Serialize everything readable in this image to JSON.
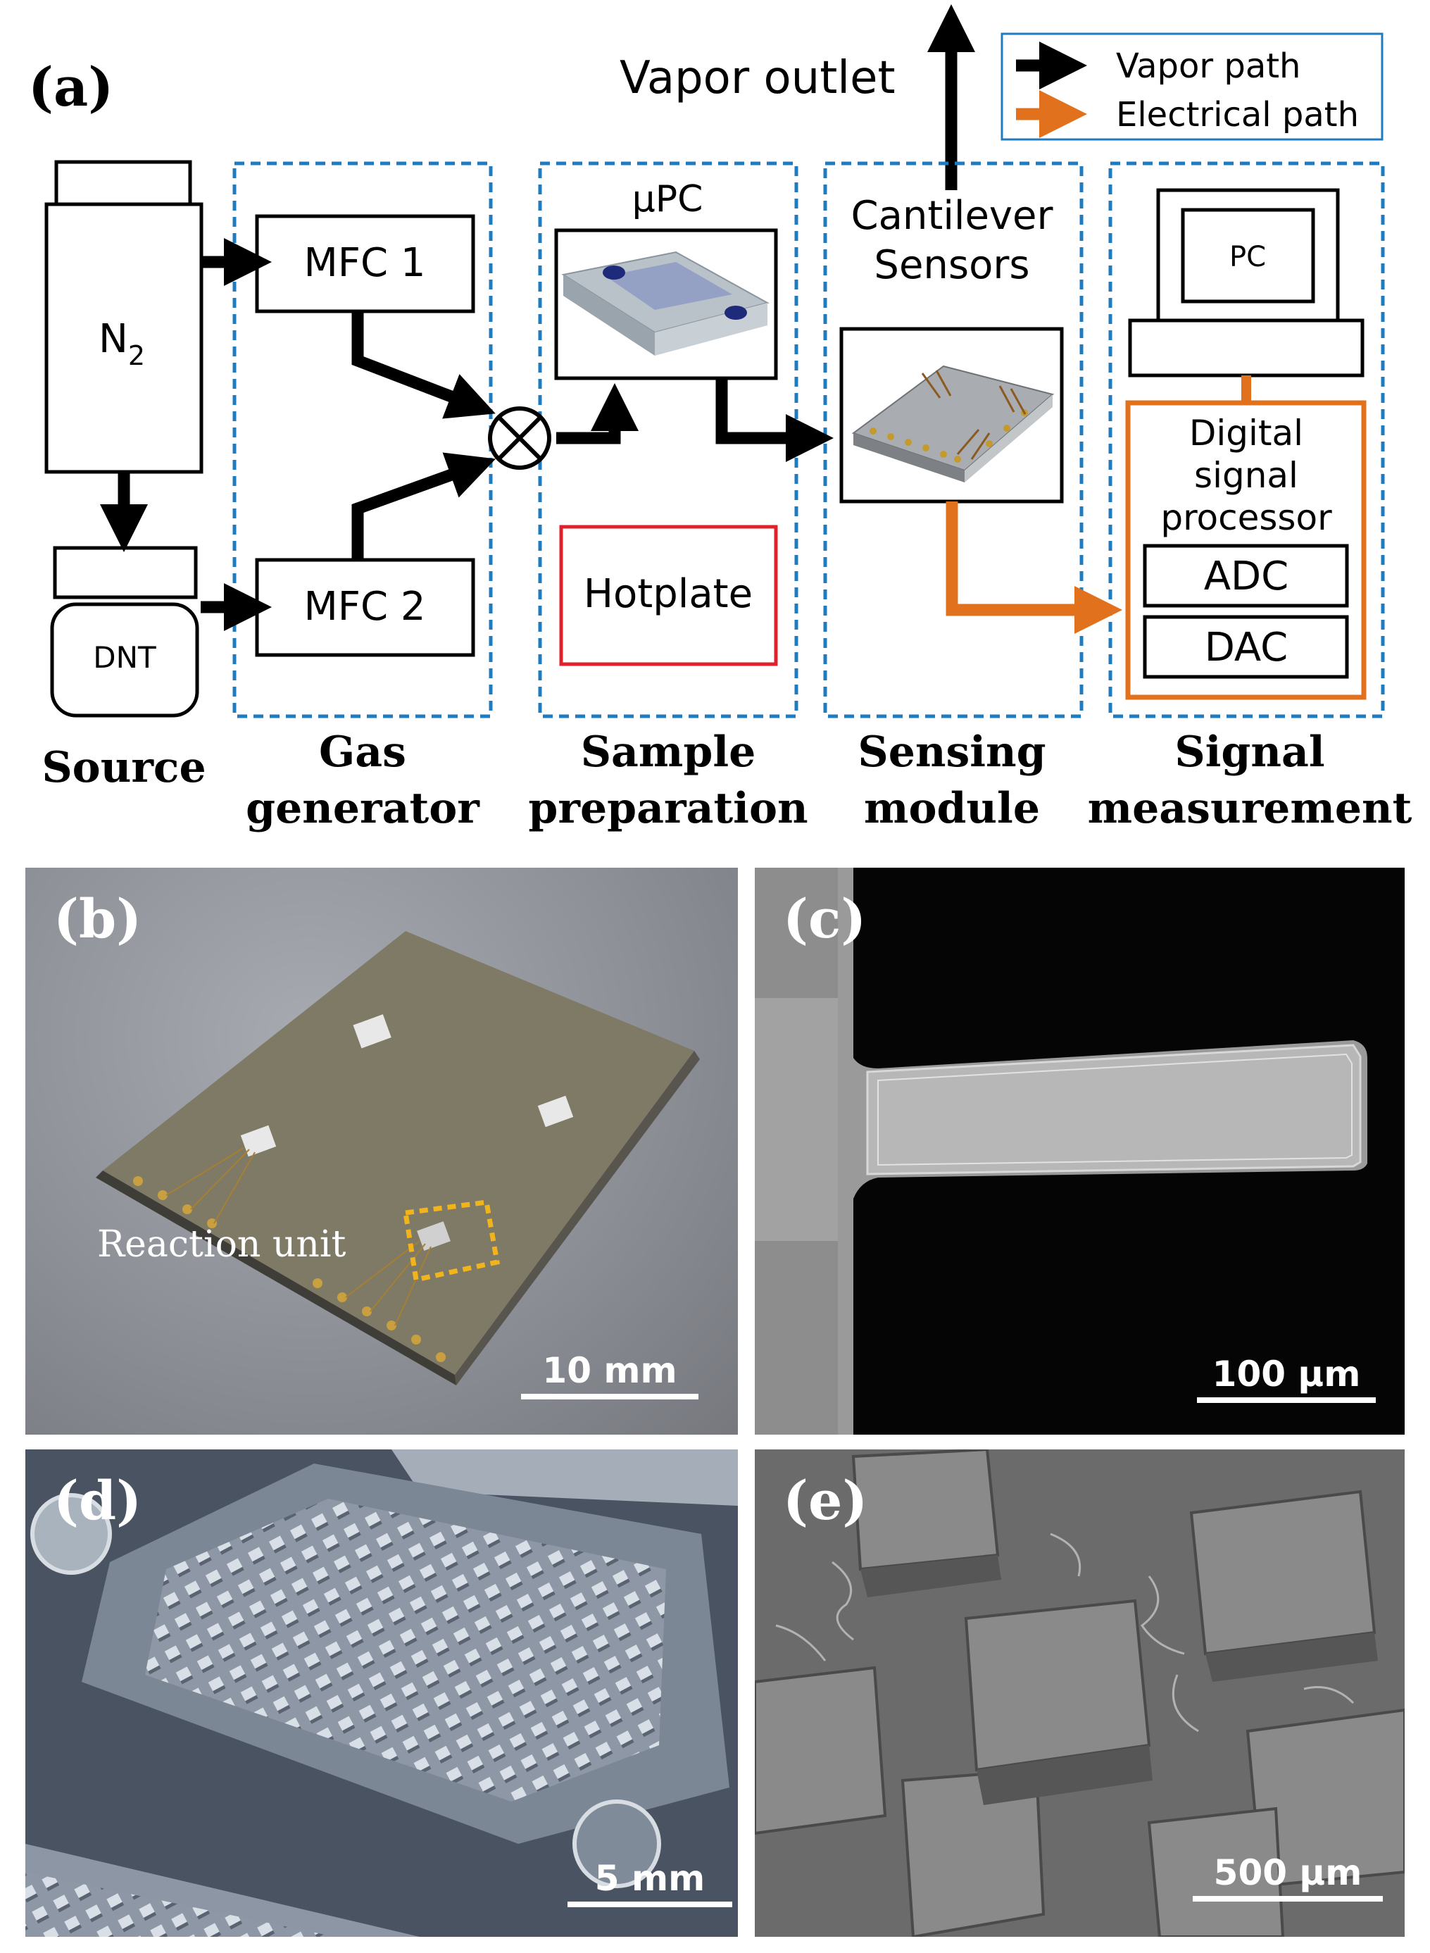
{
  "panel_a": {
    "label": "(a)",
    "vapor_outlet": "Vapor outlet",
    "legend": {
      "vapor": "Vapor path",
      "electrical": "Electrical path"
    },
    "n2_main": "N",
    "n2_sub": "2",
    "dnt": "DNT",
    "mfc1": "MFC 1",
    "mfc2": "MFC 2",
    "upc": "µPC",
    "hotplate": "Hotplate",
    "cantilever_line1": "Cantilever",
    "cantilever_line2": "Sensors",
    "pc": "PC",
    "dsp_line1": "Digital",
    "dsp_line2": "signal",
    "dsp_line3": "processor",
    "adc": "ADC",
    "dac": "DAC",
    "stage_source": "Source",
    "stage_gas_line1": "Gas",
    "stage_gas_line2": "generator",
    "stage_sample_line1": "Sample",
    "stage_sample_line2": "preparation",
    "stage_sensing_line1": "Sensing",
    "stage_sensing_line2": "module",
    "stage_signal_line1": "Signal",
    "stage_signal_line2": "measurement"
  },
  "colors": {
    "module_border": "#1f7bc0",
    "electrical": "#e2711d",
    "hotplate": "#e0202b",
    "vapor": "#000000"
  },
  "panel_b": {
    "label": "(b)",
    "reaction_unit": "Reaction unit",
    "scale": "10 mm"
  },
  "panel_c": {
    "label": "(c)",
    "scale": "100 µm"
  },
  "panel_d": {
    "label": "(d)",
    "scale": "5 mm"
  },
  "panel_e": {
    "label": "(e)",
    "scale": "500 µm"
  }
}
